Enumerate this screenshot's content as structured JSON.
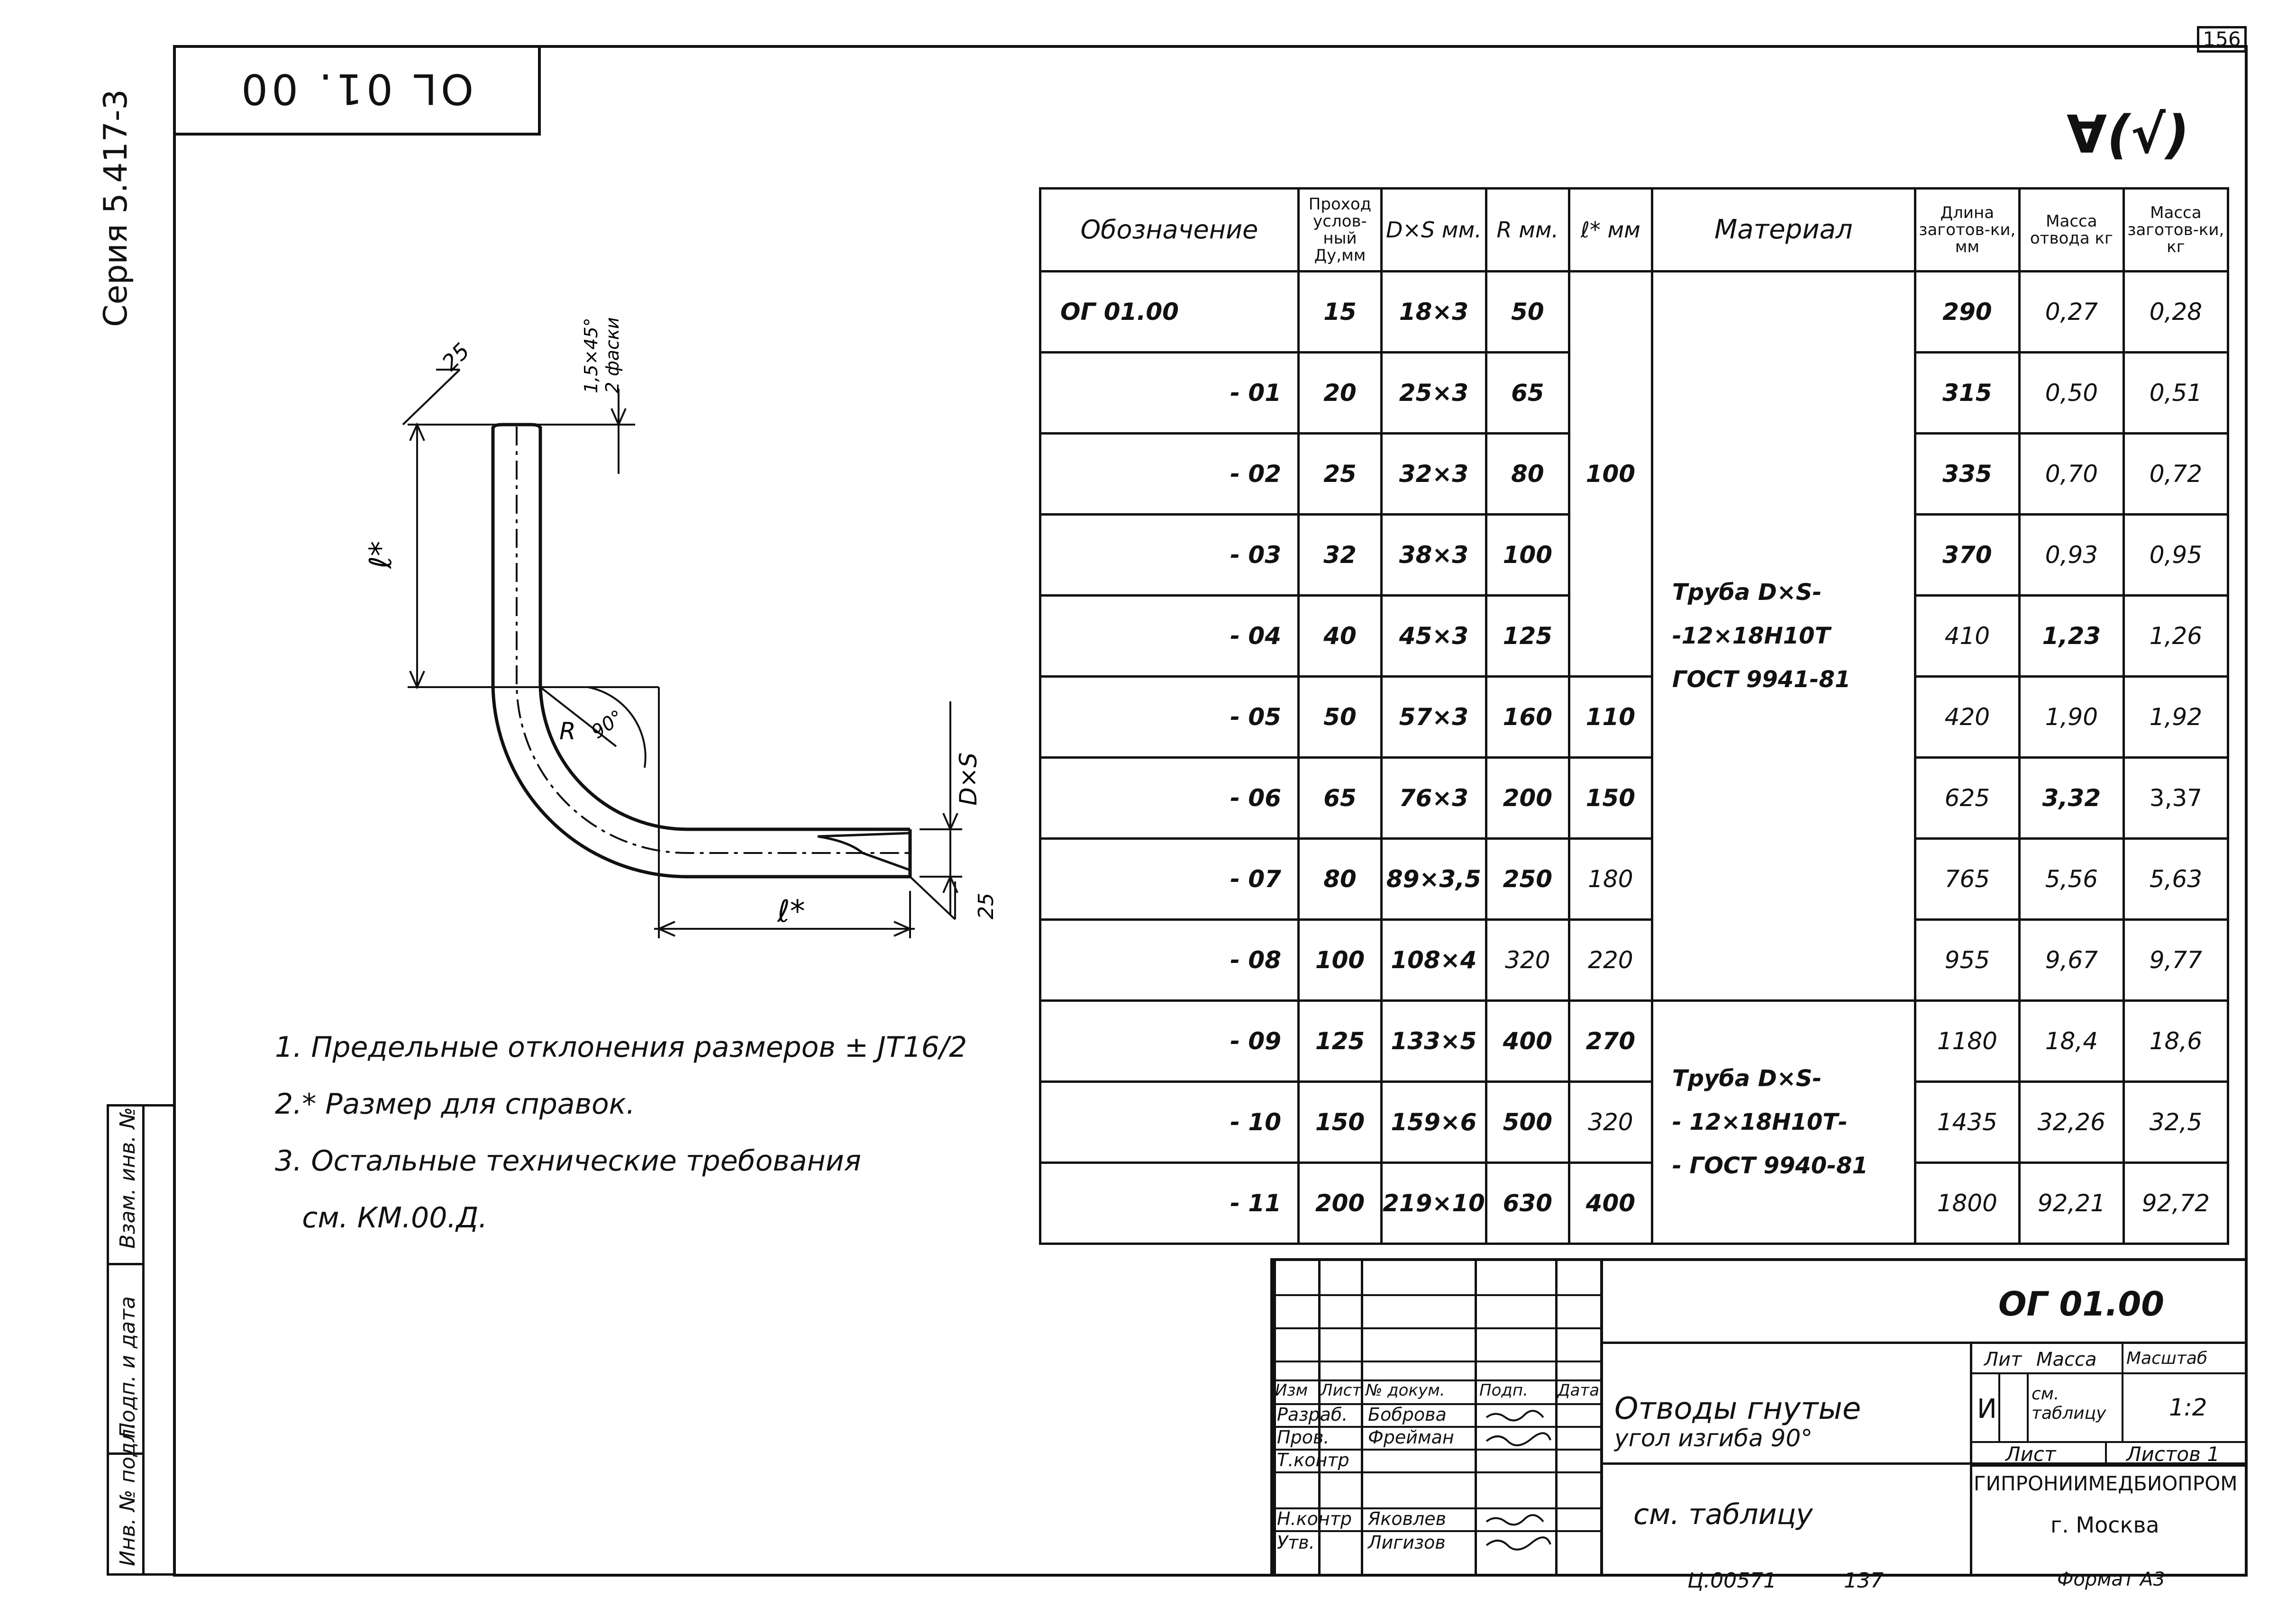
{
  "sheet_number": "156",
  "drawing_code_rotated": "OL 01. 00",
  "series": "Серия 5.417-3",
  "roughness_mark": "∀(√)",
  "drawing": {
    "dim_bevel": "1,5×45°",
    "dim_bevel_note": "2 фаски",
    "dim_25_top": "25",
    "dim_25_bottom": "25",
    "dim_l_vertical": "ℓ*",
    "dim_l_horizontal": "ℓ*",
    "dim_r": "R",
    "dim_angle": "90°",
    "dim_dxs": "D×S"
  },
  "table": {
    "headers": {
      "designation": "Обозначение",
      "du": "Проход услов-ный Ду,мм",
      "dxs": "D×S мм.",
      "r": "R мм.",
      "l": "ℓ* мм",
      "material": "Материал",
      "length": "Длина заготов-ки, мм",
      "mass_bend": "Масса отвода кг",
      "mass_blank": "Масса заготов-ки, кг"
    },
    "rows": [
      {
        "des": "ОГ 01.00",
        "du": "15",
        "dxs": "18×3",
        "r": "50",
        "l": "",
        "len": "290",
        "m1": "0,27",
        "m2": "0,28"
      },
      {
        "des": "- 01",
        "du": "20",
        "dxs": "25×3",
        "r": "65",
        "l": "",
        "len": "315",
        "m1": "0,50",
        "m2": "0,51"
      },
      {
        "des": "- 02",
        "du": "25",
        "dxs": "32×3",
        "r": "80",
        "l": "100",
        "len": "335",
        "m1": "0,70",
        "m2": "0,72"
      },
      {
        "des": "- 03",
        "du": "32",
        "dxs": "38×3",
        "r": "100",
        "l": "",
        "len": "370",
        "m1": "0,93",
        "m2": "0,95"
      },
      {
        "des": "- 04",
        "du": "40",
        "dxs": "45×3",
        "r": "125",
        "l": "",
        "len": "410",
        "m1": "1,23",
        "m2": "1,26"
      },
      {
        "des": "- 05",
        "du": "50",
        "dxs": "57×3",
        "r": "160",
        "l": "110",
        "len": "420",
        "m1": "1,90",
        "m2": "1,92"
      },
      {
        "des": "- 06",
        "du": "65",
        "dxs": "76×3",
        "r": "200",
        "l": "150",
        "len": "625",
        "m1": "3,32",
        "m2": "3,37"
      },
      {
        "des": "- 07",
        "du": "80",
        "dxs": "89×3,5",
        "r": "250",
        "l": "180",
        "len": "765",
        "m1": "5,56",
        "m2": "5,63"
      },
      {
        "des": "- 08",
        "du": "100",
        "dxs": "108×4",
        "r": "320",
        "l": "220",
        "len": "955",
        "m1": "9,67",
        "m2": "9,77"
      },
      {
        "des": "- 09",
        "du": "125",
        "dxs": "133×5",
        "r": "400",
        "l": "270",
        "len": "1180",
        "m1": "18,4",
        "m2": "18,6"
      },
      {
        "des": "- 10",
        "du": "150",
        "dxs": "159×6",
        "r": "500",
        "l": "320",
        "len": "1435",
        "m1": "32,26",
        "m2": "32,5"
      },
      {
        "des": "- 11",
        "du": "200",
        "dxs": "219×10",
        "r": "630",
        "l": "400",
        "len": "1800",
        "m1": "92,21",
        "m2": "92,72"
      }
    ],
    "material_1": [
      "Труба D×S-",
      "-12×18Н10Т",
      "ГОСТ 9941-81"
    ],
    "material_2": [
      "Труба D×S-",
      "- 12×18Н10Т-",
      "- ГОСТ 9940-81"
    ]
  },
  "notes": [
    "1. Предельные отклонения размеров ± JT16/2",
    "2.* Размер для справок.",
    "3. Остальные технические требования",
    "   см. КМ.00.Д."
  ],
  "strip": {
    "inv_orig": "Инв. № подл.",
    "sign_date": "Подп. и дата",
    "inv_vzam": "Взам. инв. №"
  },
  "title_block": {
    "code": "ОГ 01.00",
    "title_1": "Отводы гнутые",
    "title_2": "угол изгиба 90°",
    "see_table": "см. таблицу",
    "head_izm": "Изм",
    "head_list": "Лист",
    "head_doc": "№ докум.",
    "head_sign": "Подп.",
    "head_date": "Дата",
    "r1_role": "Разраб.",
    "r1_name": "Боброва",
    "r2_role": "Пров.",
    "r2_name": "Фрейман",
    "r3_role": "Т.контр",
    "r5_role": "Н.контр",
    "r5_name": "Яковлев",
    "r6_role": "Утв.",
    "r6_name": "Лигизов",
    "lit_head": "Лит",
    "mass_head": "Масса",
    "scale_head": "Масштаб",
    "lit_val": "И",
    "mass_val": "см. таблицу",
    "scale_val": "1:2",
    "sheet_label": "Лист",
    "sheets_label": "Листов 1",
    "org": "ГИПРОНИИМЕДБИОПРОМ",
    "city": "г. Москва",
    "footer_code": "Ц.00571",
    "footer_num": "137",
    "format": "Формат А3"
  }
}
